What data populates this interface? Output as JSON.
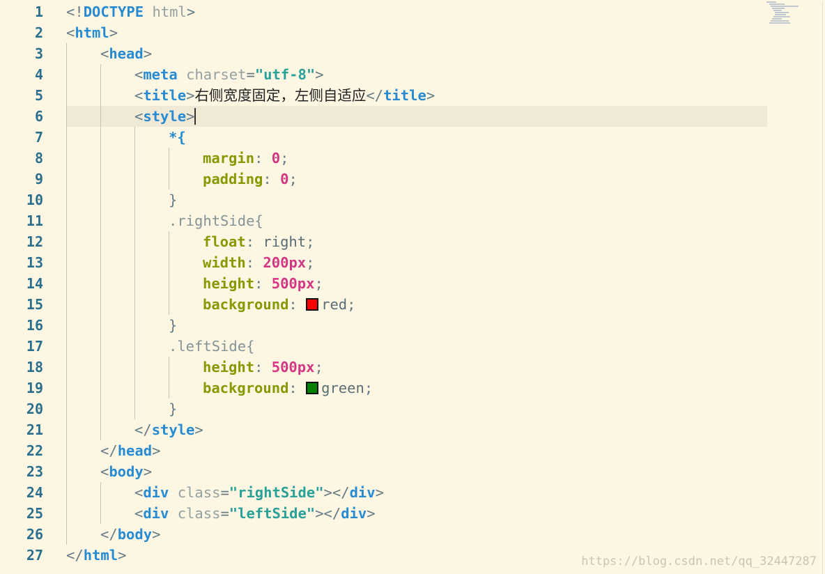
{
  "editor": {
    "line_numbers": [
      "1",
      "2",
      "3",
      "4",
      "5",
      "6",
      "7",
      "8",
      "9",
      "10",
      "11",
      "12",
      "13",
      "14",
      "15",
      "16",
      "17",
      "18",
      "19",
      "20",
      "21",
      "22",
      "23",
      "24",
      "25",
      "26",
      "27"
    ],
    "html_title_text": "右侧宽度固定，左侧自适应",
    "tokens": {
      "doctype": "DOCTYPE",
      "html": "html",
      "head": "head",
      "meta": "meta",
      "charset_attr": "charset",
      "charset_val": "\"utf-8\"",
      "title": "title",
      "style": "style",
      "star_sel": "*{",
      "margin": "margin",
      "padding": "padding",
      "zero": "0",
      "rightSide_sel": ".rightSide{",
      "float": "float",
      "right": "right",
      "width": "width",
      "w200": "200",
      "px": "px",
      "height": "height",
      "h500": "500",
      "background": "background",
      "red": "red",
      "leftSide_sel": ".leftSide{",
      "green": "green",
      "body": "body",
      "div": "div",
      "class_attr": "class",
      "rightSide_val": "\"rightSide\"",
      "leftSide_val": "\"leftSide\""
    },
    "colors": {
      "red_swatch": "#ff0000",
      "green_swatch": "#008000"
    }
  },
  "watermark": "https://blog.csdn.net/qq_32447287"
}
